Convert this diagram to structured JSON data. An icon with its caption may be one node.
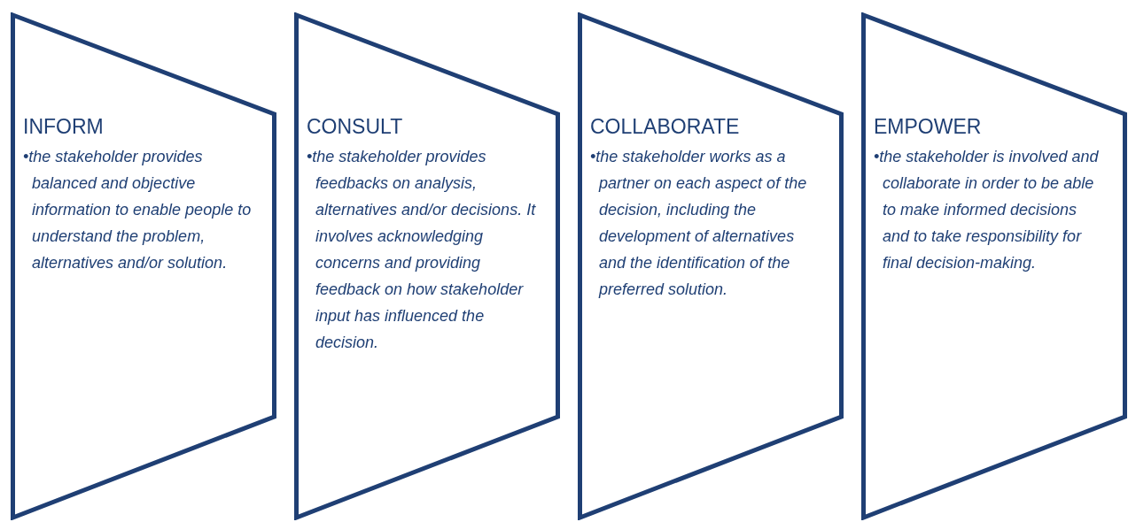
{
  "diagram": {
    "nodes": [
      {
        "text": [
          "INFORM",
          "•the stakeholder provides balanced and objective information to enable people to understand the problem, alternatives and/or solution."
        ]
      },
      {
        "text": [
          "CONSULT",
          "•the stakeholder provides feedbacks on analysis, alternatives and/or decisions. It involves acknowledging concerns and providing feedback on how stakeholder input has influenced the decision."
        ]
      },
      {
        "text": [
          "COLLABORATE",
          "•the stakeholder works as a partner on each aspect of the decision, including the development of alternatives and the identification of the preferred solution."
        ]
      },
      {
        "text": [
          "EMPOWER",
          "•the stakeholder is involved and collaborate in order to be able to make informed decisions and to take responsibility for final decision-making."
        ]
      }
    ]
  }
}
